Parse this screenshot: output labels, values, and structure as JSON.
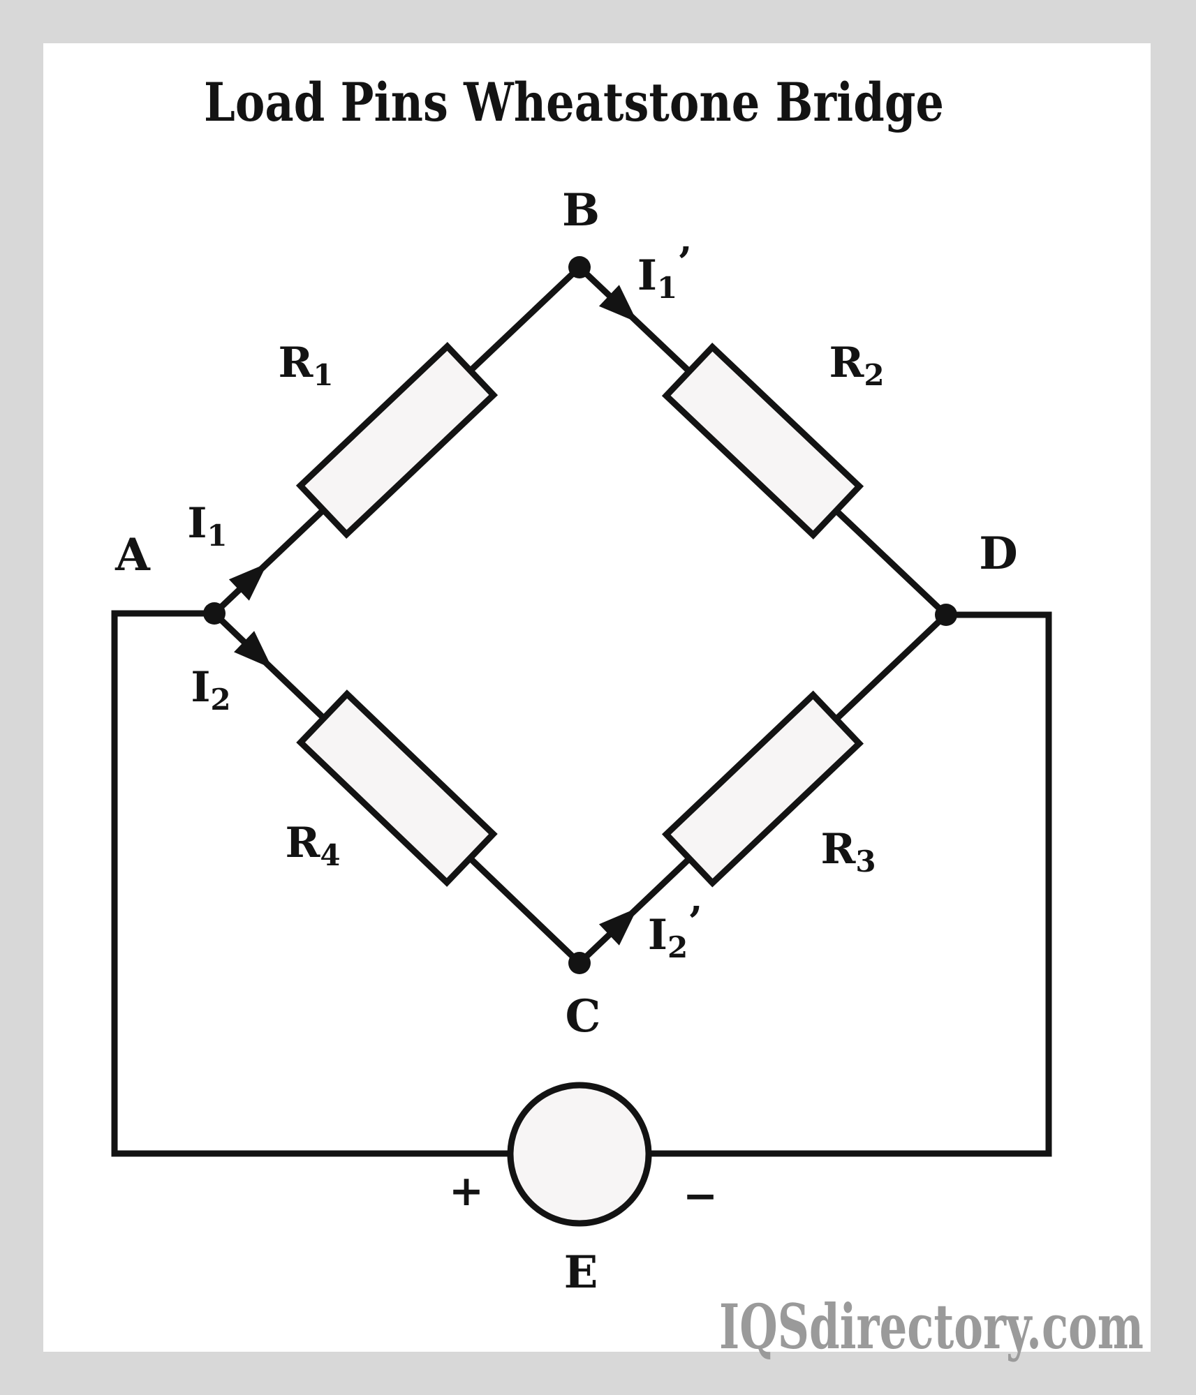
{
  "title": "Load Pins Wheatstone Bridge",
  "watermark": "IQSdirectory.com",
  "colors": {
    "background": "#d8d8d8",
    "panel": "#ffffff",
    "line": "#131313",
    "component_fill": "#f7f5f5",
    "watermark": "#9a9a9a"
  },
  "circuit": {
    "nodes": {
      "a": "A",
      "b": "B",
      "c": "C",
      "d": "D"
    },
    "source": {
      "label": "E",
      "positive": "+",
      "negative": "−"
    },
    "resistors": {
      "r1": {
        "base": "R",
        "sub": "1"
      },
      "r2": {
        "base": "R",
        "sub": "2"
      },
      "r3": {
        "base": "R",
        "sub": "3"
      },
      "r4": {
        "base": "R",
        "sub": "4"
      }
    },
    "currents": {
      "i1": {
        "base": "I",
        "sub": "1",
        "prime": ""
      },
      "i2": {
        "base": "I",
        "sub": "2",
        "prime": ""
      },
      "i1_out": {
        "base": "I",
        "sub": "1",
        "prime": "’"
      },
      "i2_out": {
        "base": "I",
        "sub": "2",
        "prime": "’"
      }
    }
  }
}
